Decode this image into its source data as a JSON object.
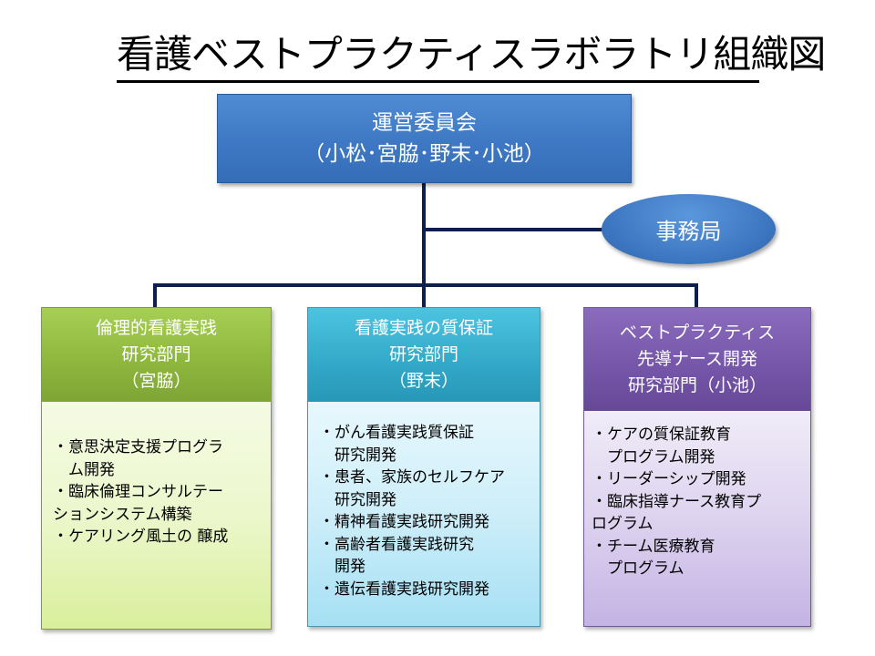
{
  "title": "看護ベストプラクティスラボラトリ組織図",
  "committee": {
    "line1": "運営委員会",
    "line2": "（小松･宮脇･野末･小池）",
    "color": "#4177c1"
  },
  "office": {
    "label": "事務局",
    "color": "#3f79c4"
  },
  "departments": [
    {
      "id": "ethics",
      "header": [
        "倫理的看護実践",
        "研究部門",
        "（宮脇）"
      ],
      "color": "#8db63d",
      "items": [
        "・意思決定支援プログラ",
        "　ム開発",
        "・臨床倫理コンサルテー",
        "ションシステム構築",
        "・ケアリング風土の 醸成"
      ]
    },
    {
      "id": "quality",
      "header": [
        "看護実践の質保証",
        "研究部門",
        "（野末）"
      ],
      "color": "#33a8c8",
      "items": [
        "・がん看護実践質保証",
        "　研究開発",
        "・患者、家族のセルフケア",
        "　研究開発",
        "・精神看護実践研究開発",
        "・高齢者看護実践研究",
        "　開発",
        "・遺伝看護実践研究開発"
      ]
    },
    {
      "id": "bestpractice",
      "header": [
        "ベストプラクティス",
        "先導ナース開発",
        "研究部門（小池）"
      ],
      "color": "#7455a8",
      "items": [
        "・ケアの質保証教育",
        "　プログラム開発",
        "・リーダーシップ開発",
        "・臨床指導ナース教育プ",
        "ログラム",
        "・チーム医療教育",
        "　プログラム"
      ]
    }
  ],
  "connector_color": "#0d1f4f"
}
